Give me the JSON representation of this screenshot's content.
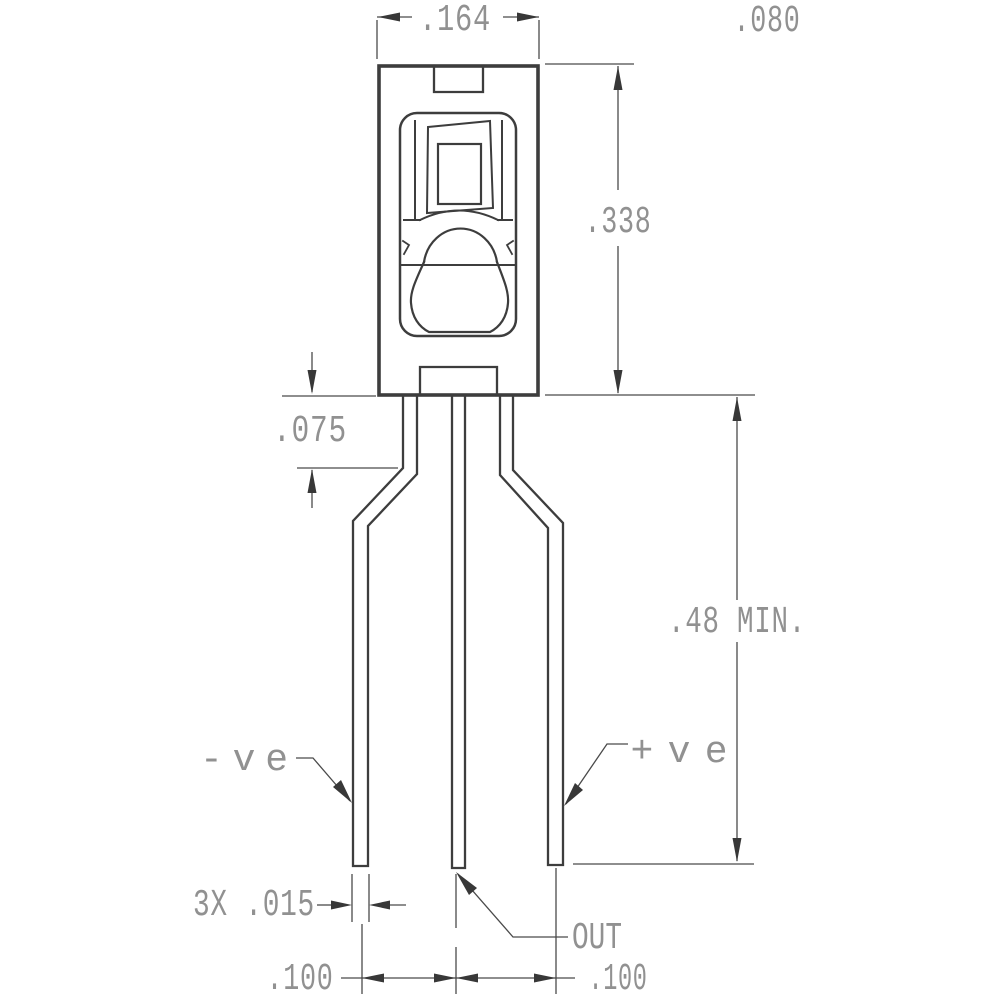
{
  "drawing": {
    "title": "3-lead sensor package outline drawing",
    "colors": {
      "background": "#ffffff",
      "part_line": "#3d3d3d",
      "dimension_line": "#4a4a4a",
      "arrow": "#383838",
      "text": "#919191"
    },
    "dimensions": {
      "body_width": ".164",
      "corner_ref": ".080",
      "body_height": ".338",
      "shoulder_length": ".075",
      "lead_length_min": ".48 MIN.",
      "lead_thickness": "3X .015",
      "lead_pitch_left": ".100",
      "lead_pitch_right": ".100"
    },
    "pin_labels": {
      "negative": "-ve",
      "positive": "+ve",
      "output": "OUT"
    }
  }
}
